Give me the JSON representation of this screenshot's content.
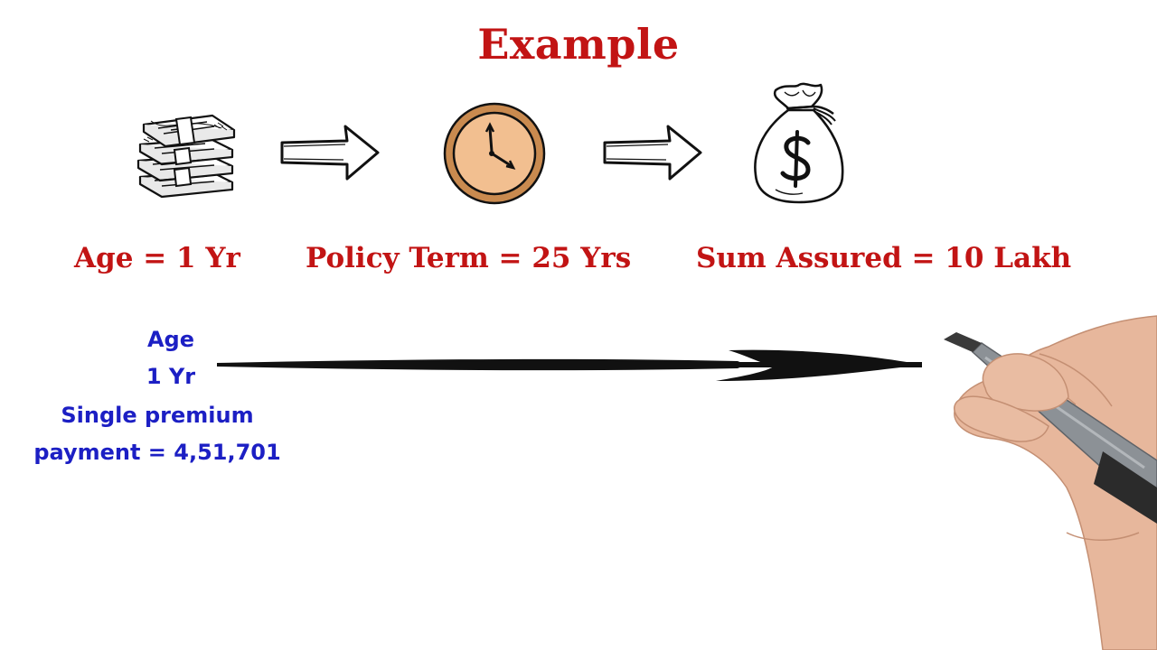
{
  "title": "Example",
  "colors": {
    "red": "#c21414",
    "blue": "#1c1fc4",
    "ink": "#111111",
    "clock_face": "#f2bf90",
    "clock_ring": "#c98a4f"
  },
  "icons": [
    "money-stack-icon",
    "right-arrow-icon",
    "clock-icon",
    "money-bag-icon"
  ],
  "labels": {
    "age": "Age = 1 Yr",
    "policy_term": "Policy Term = 25 Yrs",
    "sum_assured": "Sum Assured = 10 Lakh"
  },
  "note": {
    "line1": "Age",
    "line2": "1 Yr",
    "line3": "Single premium",
    "line4": "payment = 4,51,701"
  }
}
